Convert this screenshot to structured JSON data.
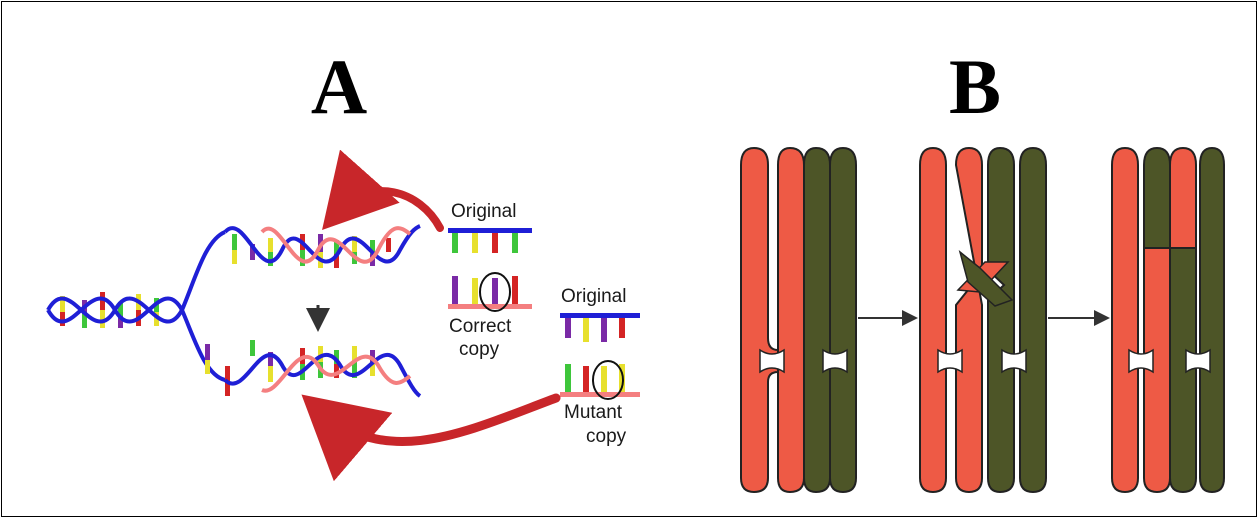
{
  "panels": {
    "a": {
      "label": "A"
    },
    "b": {
      "label": "B"
    }
  },
  "panel_a": {
    "top_original_label": "Original",
    "correct_copy_label": [
      "Correct",
      "copy"
    ],
    "bottom_original_label": "Original",
    "mutant_copy_label": [
      "Mutant",
      "copy"
    ]
  },
  "colors": {
    "strand_blue": "#1f1fd6",
    "strand_pink": "#f47f80",
    "arrow_red": "#c8262a",
    "chromosome_red": "#ee5a45",
    "chromosome_green": "#4d5527",
    "base_green": "#3ec63b",
    "base_yellow": "#e7e02d",
    "base_red": "#d42424",
    "base_purple": "#7a2aa6"
  }
}
